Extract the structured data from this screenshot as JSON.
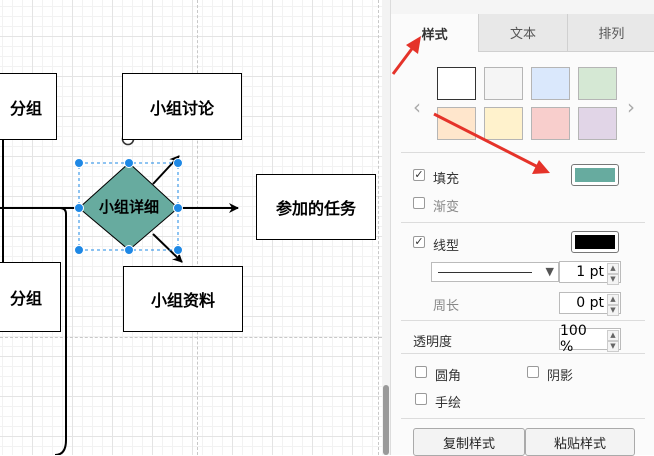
{
  "diagram": {
    "left_top_node": "分组",
    "left_bottom_node": "分组",
    "discuss_node": "小组讨论",
    "detail_node": "小组详细",
    "task_node": "参加的任务",
    "material_node": "小组资料"
  },
  "panel": {
    "tabs": [
      {
        "label": "样式"
      },
      {
        "label": "文本"
      },
      {
        "label": "排列"
      }
    ],
    "active_tab": "样式",
    "swatches": [
      "#ffffff",
      "#f5f5f5",
      "#dae8fc",
      "#d5e8d4",
      "#ffe6cc",
      "#fff2cc",
      "#f8cecc",
      "#e1d5e7"
    ],
    "fill_label": "填充",
    "fill_color": "#67ab9f",
    "gradient_label": "渐变",
    "line_label": "线型",
    "line_color": "#000000",
    "line_width": "1 pt",
    "perimeter_label": "周长",
    "perimeter_value": "0 pt",
    "opacity_label": "透明度",
    "opacity_value": "100 %",
    "rounded_label": "圆角",
    "shadow_label": "阴影",
    "sketch_label": "手绘",
    "copy_style_label": "复制样式",
    "paste_style_label": "粘贴样式"
  },
  "colors": {
    "selection_blue": "#1e88e5",
    "annotation_red": "#e5332a"
  }
}
